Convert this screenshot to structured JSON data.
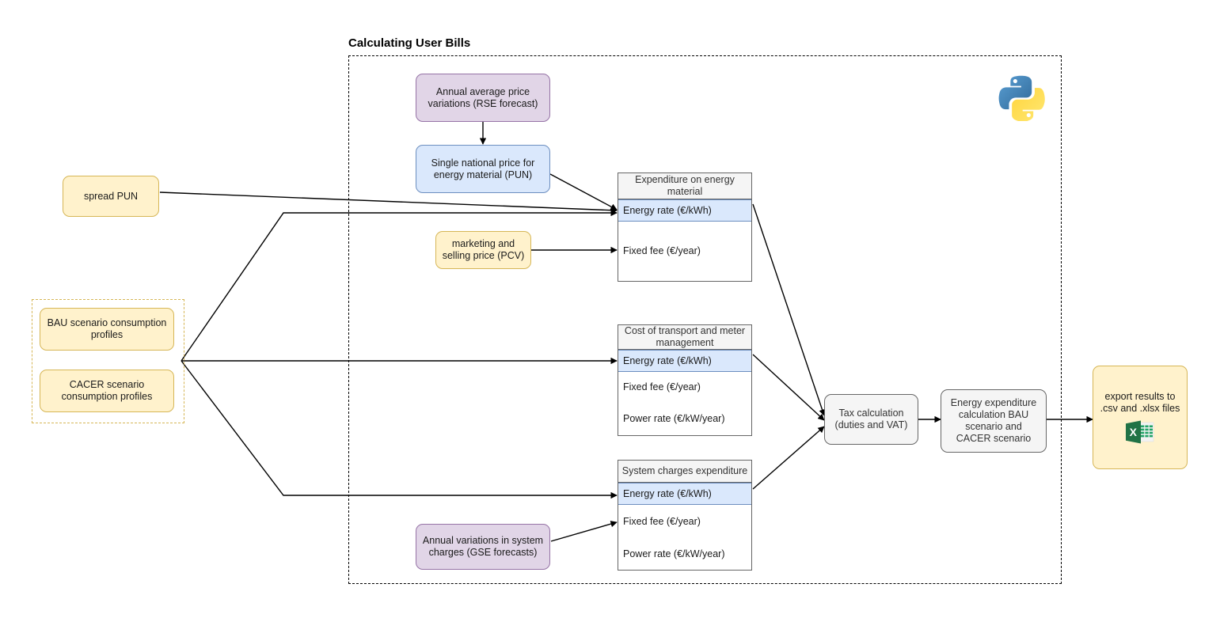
{
  "diagram": {
    "title": "Calculating User Bills",
    "accent_colors": {
      "purple_fill": "#e1d5e7",
      "purple_stroke": "#9673a6",
      "blue_fill": "#dae8fc",
      "blue_stroke": "#6c8ebf",
      "yellow_fill": "#fff2cc",
      "yellow_stroke": "#d6b656",
      "grey_fill": "#f5f5f5",
      "grey_stroke": "#666666",
      "header_fill": "#f5f5f5",
      "edge_color": "#000000",
      "excel_green": "#217346",
      "python_blue": "#3470a3",
      "python_yellow": "#ffd43b"
    }
  },
  "inputs": {
    "spread_pun": "spread PUN",
    "scenarios": {
      "bau": "BAU scenario consumption profiles",
      "cacer": "CACER scenario consumption profiles"
    }
  },
  "forecasts": {
    "rse": "Annual average price variations (RSE forecast)",
    "gse": "Annual variations in system charges (GSE forecasts)"
  },
  "prices": {
    "pun": "Single national price for energy material (PUN)",
    "pcv": "marketing and selling price (PCV)"
  },
  "tables": [
    {
      "id": "energy-material",
      "header": "Expenditure on energy material",
      "rows": [
        {
          "label": "Energy rate (€/kWh)",
          "highlighted": true
        },
        {
          "label": "Fixed fee (€/year)",
          "highlighted": false
        }
      ]
    },
    {
      "id": "transport-meter",
      "header": "Cost of transport and meter management",
      "rows": [
        {
          "label": "Energy rate (€/kWh)",
          "highlighted": true
        },
        {
          "label": "Fixed fee (€/year)",
          "highlighted": false
        },
        {
          "label": "Power rate (€/kW/year)",
          "highlighted": false
        }
      ]
    },
    {
      "id": "system-charges",
      "header": "System charges expenditure",
      "rows": [
        {
          "label": "Energy rate (€/kWh)",
          "highlighted": true
        },
        {
          "label": "Fixed fee (€/year)",
          "highlighted": false
        },
        {
          "label": "Power rate (€/kW/year)",
          "highlighted": false
        }
      ]
    }
  ],
  "processes": {
    "tax": "Tax calculation (duties and VAT)",
    "expenditure": "Energy expenditure calculation BAU scenario and CACER scenario"
  },
  "output": {
    "export": "export results to .csv and .xlsx files"
  },
  "icons": {
    "python": "python-logo-icon",
    "excel": "excel-file-icon"
  }
}
